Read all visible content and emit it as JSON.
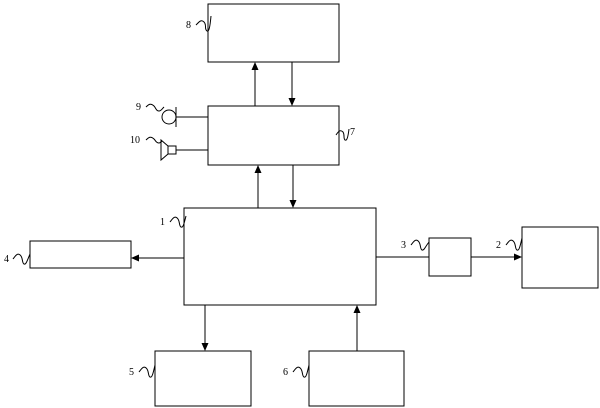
{
  "diagram": {
    "labels": {
      "n1": "1",
      "n2": "2",
      "n3": "3",
      "n4": "4",
      "n5": "5",
      "n6": "6",
      "n7": "7",
      "n8": "8",
      "n9": "9",
      "n10": "10"
    },
    "icons": {
      "n9": "microphone-icon",
      "n10": "speaker-icon"
    },
    "line_color": "#000000",
    "background": "#ffffff"
  }
}
